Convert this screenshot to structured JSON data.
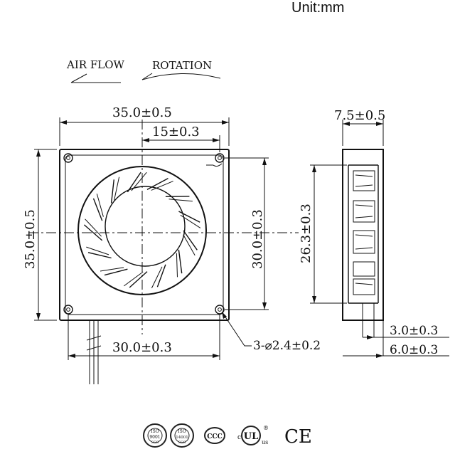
{
  "header": {
    "unit": "Unit:mm"
  },
  "legend": {
    "airflow": "AIR FLOW",
    "rotation": "ROTATION"
  },
  "dimensions": {
    "width_top": "35.0±0.5",
    "hole_offset": "15±0.3",
    "height_left": "35.0±0.5",
    "hole_pitch_vertical": "30.0±0.3",
    "hole_pitch_bottom": "30.0±0.3",
    "holes": "3-⌀2.4±0.2",
    "thickness": "7.5±0.5",
    "side_height": "26.3±0.3",
    "side_step_1": "3.0±0.3",
    "side_step_2": "6.0±0.3"
  },
  "certifications": [
    {
      "name": "iso-9001-mark",
      "top": "ISO",
      "mid": "9001",
      "bot": "SGS"
    },
    {
      "name": "iso-14001-mark",
      "top": "ISO",
      "mid": "14001",
      "bot": "SGS"
    },
    {
      "name": "ccc-mark",
      "text": "CCC"
    },
    {
      "name": "ul-mark",
      "text": "UL",
      "prefix": "c",
      "suffix": "us",
      "reg": "®"
    },
    {
      "name": "ce-mark",
      "text": "CE"
    }
  ]
}
